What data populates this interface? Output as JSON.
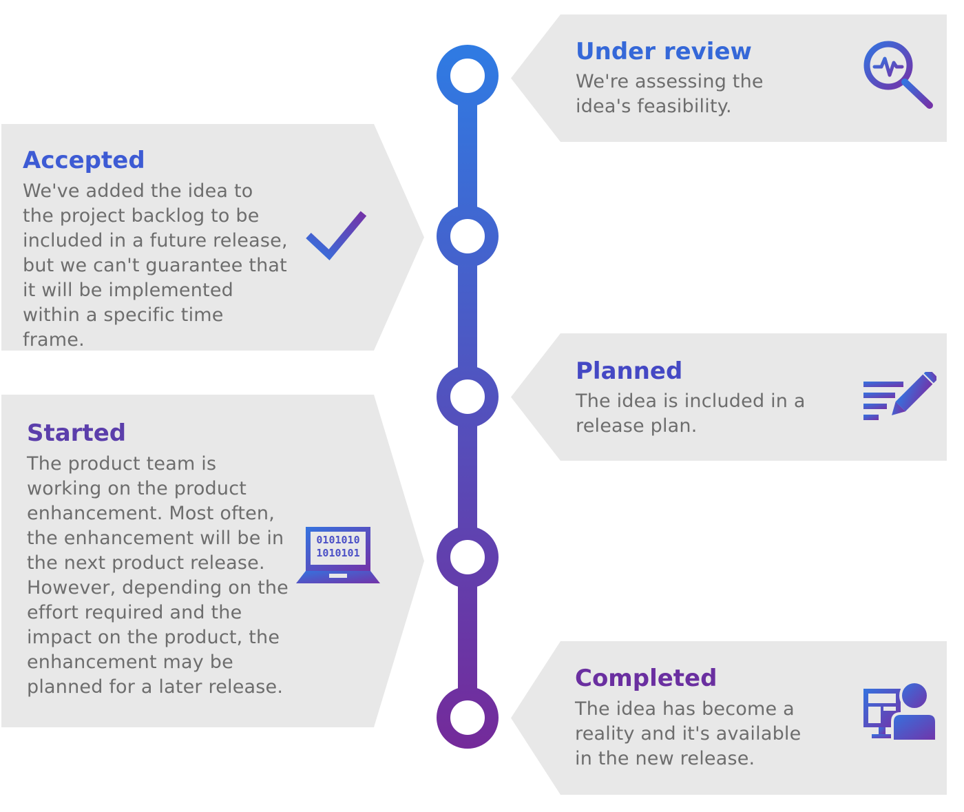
{
  "stages": [
    {
      "title": "Under review",
      "description": "We're assessing the idea's feasibility.",
      "color": "#3568d8",
      "icon": "magnifier-pulse-icon"
    },
    {
      "title": "Accepted",
      "description": "We've added the idea to the project backlog to be included in a future release, but we can't guarantee that it will be implemented within a specific time frame.",
      "color": "#3d5bd4",
      "icon": "checkmark-icon"
    },
    {
      "title": "Planned",
      "description": "The idea is included in a release plan.",
      "color": "#4448c4",
      "icon": "plan-pencil-icon"
    },
    {
      "title": "Started",
      "description": "The product team is working on the product enhancement. Most often, the enhancement will be in the next product release. However, depending on the effort required and the impact on the product, the enhancement may be planned for a later release.",
      "color": "#5b3eab",
      "icon": "laptop-binary-icon"
    },
    {
      "title": "Completed",
      "description": "The idea has become a reality and it's available in the new release.",
      "color": "#6a2fa0",
      "icon": "user-monitor-icon"
    }
  ],
  "laptop_code": [
    "0101010",
    "1010101"
  ],
  "colors": {
    "gradient_top": "#2f7be3",
    "gradient_bottom": "#742a9a",
    "card": "#e8e8e8",
    "text": "#6d6d6d"
  }
}
